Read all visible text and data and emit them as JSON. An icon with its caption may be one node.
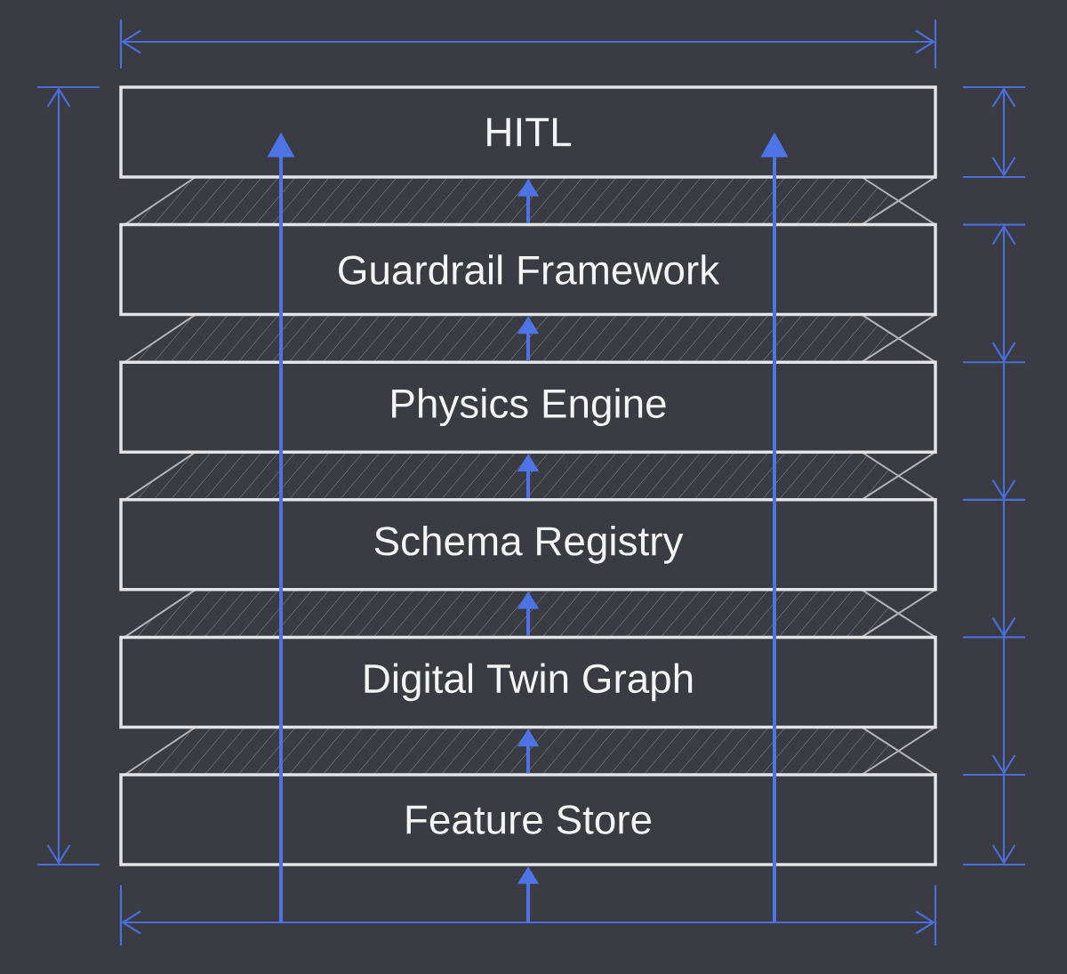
{
  "diagram": {
    "nodes": [
      {
        "text": [
          "HITL"
        ]
      },
      {
        "text": [
          "Guardrail Framework"
        ]
      },
      {
        "text": [
          "Physics Engine"
        ]
      },
      {
        "text": [
          "Schema Registry"
        ]
      },
      {
        "text": [
          "Digital Twin Graph"
        ]
      },
      {
        "text": [
          "Feature Store"
        ]
      }
    ],
    "edges": [
      {
        "from": 5,
        "to": 4,
        "arrow": "to"
      },
      {
        "from": 4,
        "to": 3,
        "arrow": "to"
      },
      {
        "from": 3,
        "to": 2,
        "arrow": "to"
      },
      {
        "from": 2,
        "to": 1,
        "arrow": "to"
      },
      {
        "from": 1,
        "to": 0,
        "arrow": "to"
      },
      {
        "from": null,
        "to": 5,
        "arrow": "to"
      },
      {
        "from": null,
        "to": 0,
        "arrow": "to"
      },
      {
        "from": null,
        "to": 0,
        "arrow": "to"
      }
    ]
  }
}
